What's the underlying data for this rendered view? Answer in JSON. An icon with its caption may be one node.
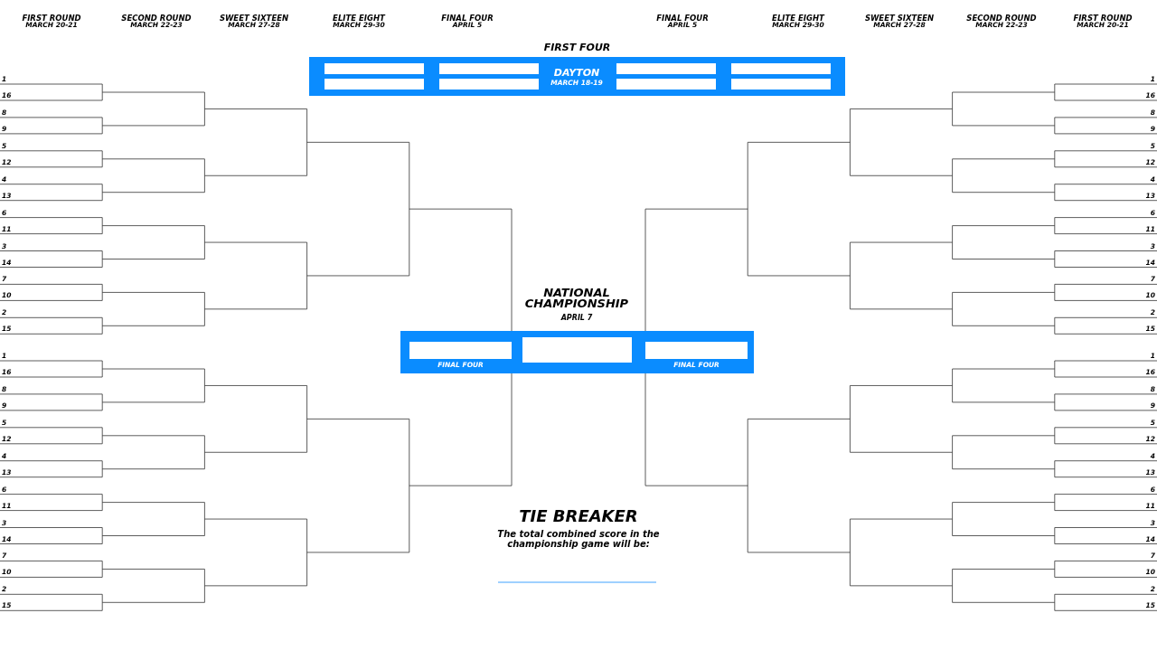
{
  "diagram": {
    "nodes": [
      {
        "text": [
          "FIRST FOUR",
          "DAYTON",
          "MARCH 18-19"
        ]
      },
      {
        "text": [],
        "shape": "box",
        "in": 0
      },
      {
        "text": [],
        "shape": "box",
        "in": 0
      },
      {
        "text": [],
        "shape": "box",
        "in": 0
      },
      {
        "text": [],
        "shape": "box",
        "in": 0
      },
      {
        "text": [],
        "shape": "box",
        "in": 0
      },
      {
        "text": [],
        "shape": "box",
        "in": 0
      },
      {
        "text": [],
        "shape": "box",
        "in": 0
      },
      {
        "text": [],
        "shape": "box",
        "in": 0
      },
      {
        "text": [
          "NATIONAL CHAMPIONSHIP",
          "APRIL 7"
        ]
      },
      {
        "text": [],
        "shape": "box",
        "in": 9,
        "beside": [
          "FINAL FOUR"
        ]
      },
      {
        "text": [],
        "shape": "box",
        "in": 9
      },
      {
        "text": [],
        "shape": "box",
        "in": 9,
        "beside": [
          "FINAL FOUR"
        ]
      }
    ],
    "labels": [
      "FIRST ROUND",
      "MARCH 20-21",
      "SECOND ROUND",
      "MARCH 22-23",
      "SWEET SIXTEEN",
      "MARCH 27-28",
      "ELITE EIGHT",
      "MARCH 29-30",
      "FINAL FOUR",
      "APRIL 5",
      "FINAL FOUR",
      "APRIL 5",
      "ELITE EIGHT",
      "MARCH 29-30",
      "SWEET SIXTEEN",
      "MARCH 27-28",
      "SECOND ROUND",
      "MARCH 22-23",
      "FIRST ROUND",
      "MARCH 20-21",
      "1",
      "16",
      "8",
      "9",
      "5",
      "12",
      "4",
      "13",
      "6",
      "11",
      "3",
      "14",
      "7",
      "10",
      "2",
      "15",
      "1",
      "16",
      "8",
      "9",
      "5",
      "12",
      "4",
      "13",
      "6",
      "11",
      "3",
      "14",
      "7",
      "10",
      "2",
      "15",
      "1",
      "16",
      "8",
      "9",
      "5",
      "12",
      "4",
      "13",
      "6",
      "11",
      "3",
      "14",
      "7",
      "10",
      "2",
      "15",
      "1",
      "16",
      "8",
      "9",
      "5",
      "12",
      "4",
      "13",
      "6",
      "11",
      "3",
      "14",
      "7",
      "10",
      "2",
      "15",
      "TIE BREAKER",
      "The total combined score in the championship game will be:"
    ]
  }
}
